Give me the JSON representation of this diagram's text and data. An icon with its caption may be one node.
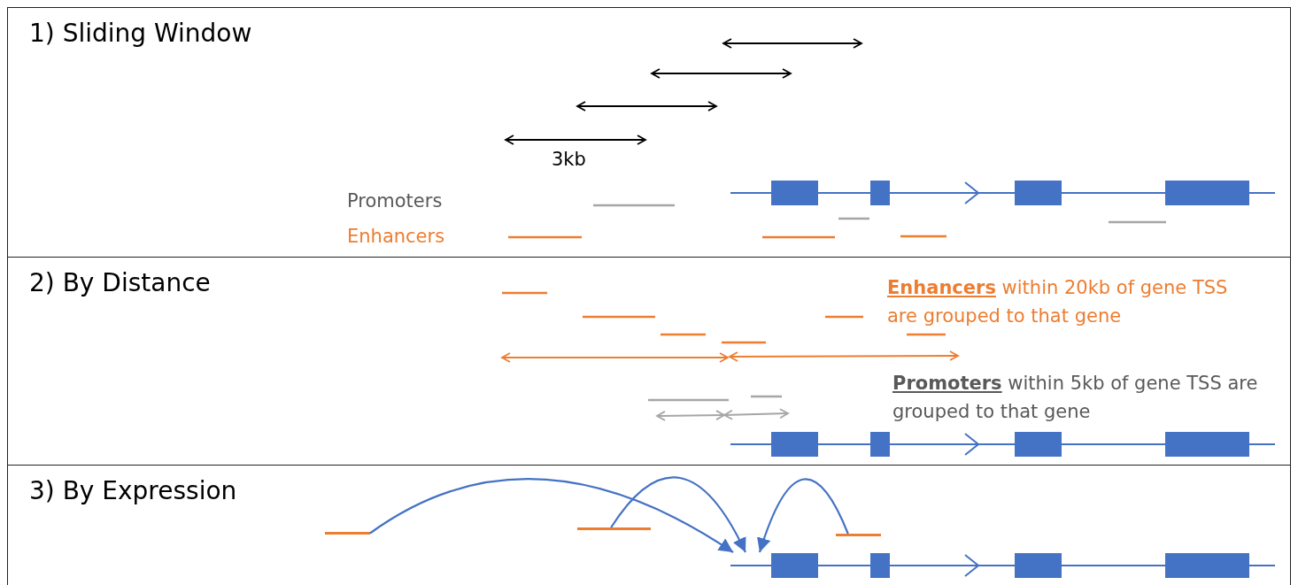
{
  "diagram": {
    "nodes": [
      {
        "text": [
          "1) Sliding Window"
        ]
      },
      {
        "text": [
          "2) By Distance"
        ]
      },
      {
        "text": [
          "3) By Expression"
        ]
      },
      {
        "text": [],
        "shape": "bar",
        "in": 2
      },
      {
        "text": [],
        "shape": "bar",
        "in": 2
      },
      {
        "text": [],
        "shape": "bar",
        "in": 2
      },
      {
        "text": [],
        "shape": "picture",
        "in": 2
      }
    ],
    "edges": [
      {
        "from": 3,
        "to": 6,
        "arrow": "to"
      },
      {
        "from": 4,
        "to": 6,
        "arrow": "to"
      },
      {
        "from": 5,
        "to": 6,
        "arrow": "to"
      }
    ],
    "labels": [
      "3kb",
      "Promoters",
      "Enhancers",
      "**Enhancers** within 20kb of gene TSS are grouped to that gene",
      "**Promoters** within 5kb of gene TSS are grouped to that gene"
    ]
  }
}
